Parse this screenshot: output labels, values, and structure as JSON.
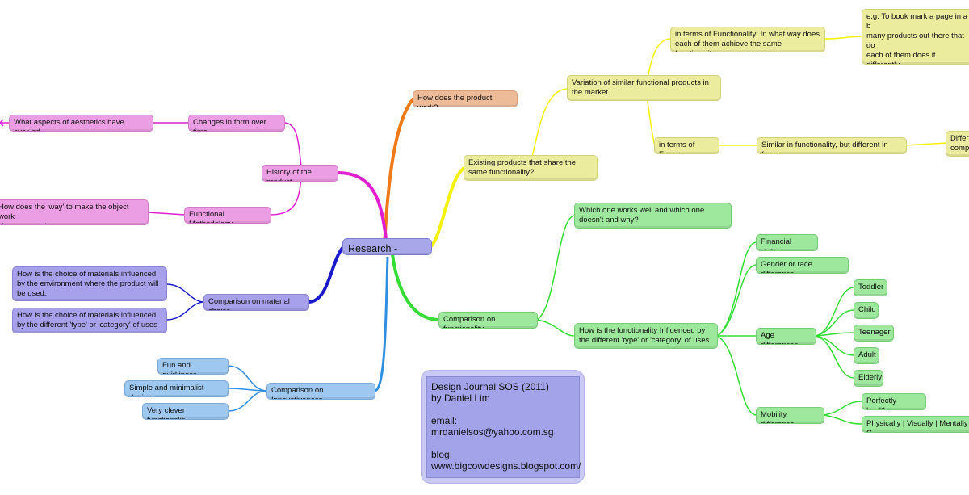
{
  "root": "Research - Product",
  "branches": {
    "how_work": "How does the product work?",
    "existing": "Existing products that share the same functionality?",
    "variation": "Variation of similar functional products in the market",
    "terms_functionality": "in terms of Functionality: In what way does each of them achieve the same functionality.",
    "eg_bookmark": "e.g. To book mark a page in a b\nmany products out there that do\neach of them does it differently.\ninnovative than the other, some\nsome in quirkey ways, etc.",
    "terms_forms": "in terms of Forms",
    "similar_func": "Similar in functionality, but different in forms",
    "differ_cut": "Differe\ncompa",
    "which_works": "Which one works well and which one doesn't and why?",
    "comparison_functionality": "Comparison on functionality",
    "how_influenced": "How is the functionality Influenced by the different 'type' or 'category' of uses",
    "financial": "Financial status",
    "gender": "Gender or race difference",
    "age": "Age differences",
    "toddler": "Toddler",
    "child": "Child",
    "teenager": "Teenager",
    "adult": "Adult",
    "elderly": "Elderly",
    "mobility": "Mobility difference",
    "perfectly_healthy": "Perfectly healthy",
    "physically": "Physically | Visually | Mentally C",
    "history": "History of the product",
    "changes_form": "Changes in form over time",
    "aesthetics": "What aspects of aesthetics have evolved",
    "functional_method": "Functional Methodology",
    "how_way": "How does the 'way' to make the object work\nchange over time.",
    "comparison_material": "Comparison on material choice",
    "mat_env": "How is the choice of materials influenced by the environment where the product will be used.",
    "mat_type": "How is the choice of materials influenced by the different 'type' or 'category' of uses",
    "comparison_innov": "Comparison on Innovativeness",
    "fun": "Fun and quirkiness",
    "simple": "Simple and minimalist design",
    "clever": "Very clever functionality"
  },
  "info_box": "Design Journal SOS (2011)\nby Daniel Lim\n\nemail:\nmrdanielsos@yahoo.com.sg\n\nblog:\nwww.bigcowdesigns.blogspot.com/",
  "colors": {
    "orange": "#f07a1a",
    "yellow": "#f5f20a",
    "green": "#33dd33",
    "magenta": "#e020d0",
    "navy": "#1a1acc",
    "blue": "#2f8fe0"
  }
}
